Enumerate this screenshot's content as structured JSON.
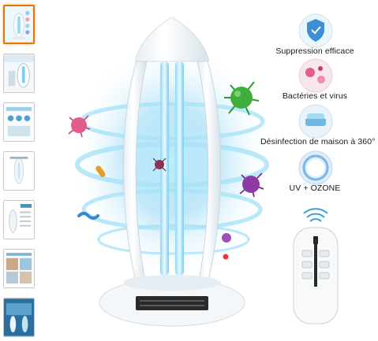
{
  "thumbnails": [
    {
      "name": "thumbnail-1",
      "selected": true
    },
    {
      "name": "thumbnail-2",
      "selected": false
    },
    {
      "name": "thumbnail-3",
      "selected": false
    },
    {
      "name": "thumbnail-4",
      "selected": false
    },
    {
      "name": "thumbnail-5",
      "selected": false
    },
    {
      "name": "thumbnail-6",
      "selected": false
    },
    {
      "name": "thumbnail-7",
      "selected": false
    }
  ],
  "features": [
    {
      "icon": "shield-icon",
      "label": "Suppression efficace"
    },
    {
      "icon": "bacteria-icon",
      "label": "Bactéries et virus"
    },
    {
      "icon": "sofa-icon",
      "label": "Désinfection de maison à 360°"
    },
    {
      "icon": "uv-light-icon",
      "label": "UV + OZONE"
    }
  ],
  "lamp_plate_text": "",
  "colors": {
    "selected_border": "#e77600",
    "uv_glow": "#7fd3f3",
    "virus_green": "#2f9a2f",
    "virus_purple": "#7b2a88",
    "virus_pink": "#d6336c"
  }
}
